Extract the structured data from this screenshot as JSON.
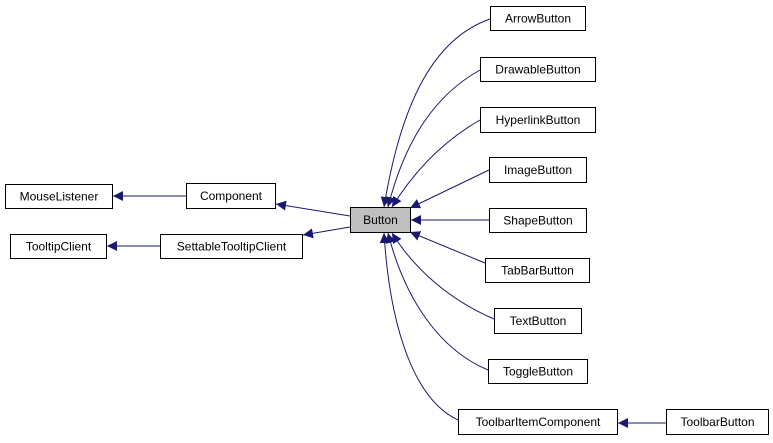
{
  "diagram": {
    "nodes": {
      "mouse_listener": "MouseListener",
      "tooltip_client": "TooltipClient",
      "component": "Component",
      "settable_tooltip_client": "SettableTooltipClient",
      "button": "Button",
      "arrow_button": "ArrowButton",
      "drawable_button": "DrawableButton",
      "hyperlink_button": "HyperlinkButton",
      "image_button": "ImageButton",
      "shape_button": "ShapeButton",
      "tab_bar_button": "TabBarButton",
      "text_button": "TextButton",
      "toggle_button": "ToggleButton",
      "toolbar_item_component": "ToolbarItemComponent",
      "toolbar_button": "ToolbarButton"
    },
    "highlight_color": "#bfbfbf",
    "edge_color": "#191970",
    "edges": [
      [
        "component",
        "mouse_listener"
      ],
      [
        "settable_tooltip_client",
        "tooltip_client"
      ],
      [
        "button",
        "component"
      ],
      [
        "button",
        "settable_tooltip_client"
      ],
      [
        "arrow_button",
        "button"
      ],
      [
        "drawable_button",
        "button"
      ],
      [
        "hyperlink_button",
        "button"
      ],
      [
        "image_button",
        "button"
      ],
      [
        "shape_button",
        "button"
      ],
      [
        "tab_bar_button",
        "button"
      ],
      [
        "text_button",
        "button"
      ],
      [
        "toggle_button",
        "button"
      ],
      [
        "toolbar_item_component",
        "button"
      ],
      [
        "toolbar_button",
        "toolbar_item_component"
      ]
    ]
  }
}
